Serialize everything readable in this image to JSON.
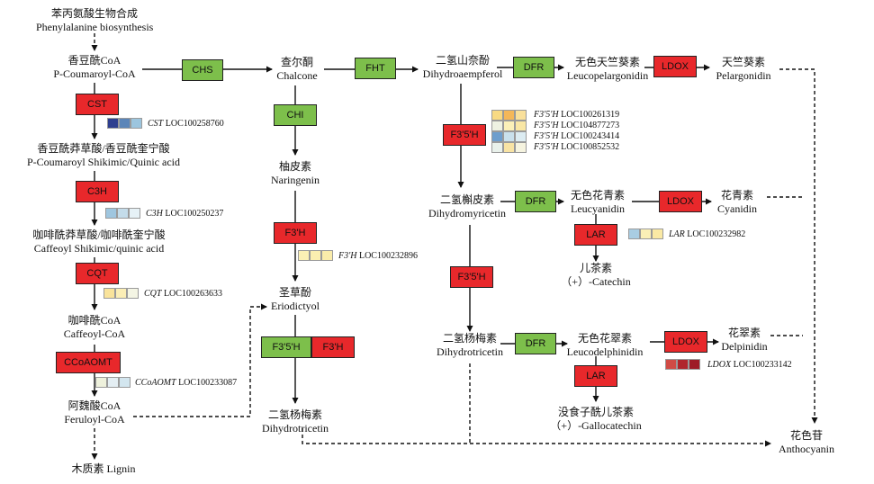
{
  "colors": {
    "enzyme_up": "#e8282b",
    "enzyme_other": "#7dbf4b",
    "line": "#111111"
  },
  "compounds": {
    "phenylalanine": {
      "cn": "苯丙氨酸生物合成",
      "en": "Phenylalanine biosynthesis"
    },
    "p_coumaroyl_coa": {
      "cn": "香豆酰CoA",
      "en": "P-Coumaroyl-CoA"
    },
    "p_coumaroyl_shikimic": {
      "cn": "香豆酰莽草酸/香豆酰奎宁酸",
      "en": "P-Coumaroyl Shikimic/Quinic acid"
    },
    "caffeoyl_shikimic": {
      "cn": "咖啡酰莽草酸/咖啡酰奎宁酸",
      "en": "Caffeoyl Shikimic/quinic acid"
    },
    "caffeoyl_coa": {
      "cn": "咖啡酰CoA",
      "en": "Caffeoyl-CoA"
    },
    "feruloyl_coa": {
      "cn": "阿魏酸CoA",
      "en": "Feruloyl-CoA"
    },
    "lignin": {
      "cn": "木质素",
      "en": "Lignin"
    },
    "chalcone": {
      "cn": "查尔酮",
      "en": "Chalcone"
    },
    "naringenin": {
      "cn": "柚皮素",
      "en": "Naringenin"
    },
    "eriodictyol": {
      "cn": "圣草酚",
      "en": "Eriodictyol"
    },
    "dihydrotricetin_left": {
      "cn": "二氢杨梅素",
      "en": "Dihydrotricetin"
    },
    "dihydrokaempferol": {
      "cn": "二氢山奈酚",
      "en": "Dihydroaempferol"
    },
    "dihydromyricetin": {
      "cn": "二氢槲皮素",
      "en": "Dihydromyricetin"
    },
    "dihydrotricetin_mid": {
      "cn": "二氢杨梅素",
      "en": "Dihydrotricetin"
    },
    "leucopelargonidin": {
      "cn": "无色天竺葵素",
      "en": "Leucopelargonidin"
    },
    "pelargonidin": {
      "cn": "天竺葵素",
      "en": "Pelargonidin"
    },
    "leucyanidin": {
      "cn": "无色花青素",
      "en": "Leucyanidin"
    },
    "cyanidin": {
      "cn": "花青素",
      "en": "Cyanidin"
    },
    "catechin": {
      "cn": "儿茶素",
      "en": "（+）-Catechin"
    },
    "leucodelphinidin": {
      "cn": "无色花翠素",
      "en": "Leucodelphinidin"
    },
    "delpinidin": {
      "cn": "花翠素",
      "en": "Delpinidin"
    },
    "gallocatechin": {
      "cn": "没食子酰儿茶素",
      "en": "（+）-Gallocatechin"
    },
    "anthocyanin": {
      "cn": "花色苷",
      "en": "Anthocyanin"
    }
  },
  "enzymes": {
    "chs": {
      "label": "CHS",
      "color": "green"
    },
    "cst": {
      "label": "CST",
      "color": "red"
    },
    "c3h": {
      "label": "C3H",
      "color": "red"
    },
    "cqt": {
      "label": "CQT",
      "color": "red"
    },
    "ccoaomt": {
      "label": "CCoAOMT",
      "color": "red"
    },
    "chi": {
      "label": "CHI",
      "color": "green"
    },
    "f3h": {
      "label": "F3'H",
      "color": "red"
    },
    "f35h_a": {
      "label": "F3'5'H",
      "color": "green"
    },
    "f3h_b": {
      "label": "F3'H",
      "color": "red"
    },
    "fht": {
      "label": "FHT",
      "color": "green"
    },
    "f35h_b": {
      "label": "F3'5'H",
      "color": "red"
    },
    "f35h_c": {
      "label": "F3'5'H",
      "color": "red"
    },
    "dfr_a": {
      "label": "DFR",
      "color": "green"
    },
    "ldox_a": {
      "label": "LDOX",
      "color": "red"
    },
    "dfr_b": {
      "label": "DFR",
      "color": "green"
    },
    "ldox_b": {
      "label": "LDOX",
      "color": "red"
    },
    "lar_a": {
      "label": "LAR",
      "color": "red"
    },
    "dfr_c": {
      "label": "DFR",
      "color": "green"
    },
    "ldox_c": {
      "label": "LDOX",
      "color": "red"
    },
    "lar_b": {
      "label": "LAR",
      "color": "red"
    }
  },
  "genes": {
    "cst": {
      "symbol": "CST",
      "locus": " LOC100258760",
      "cells": [
        "#2e3f8f",
        "#5b85b8",
        "#9cc5de"
      ]
    },
    "c3h": {
      "symbol": "C3H",
      "locus": " LOC100250237",
      "cells": [
        "#9fc6df",
        "#c4dcea",
        "#e6f1f6"
      ]
    },
    "f3h": {
      "symbol": "F3'H",
      "locus": " LOC100232896",
      "cells": [
        "#fbf0b5",
        "#fbeeb0",
        "#faecaa"
      ]
    },
    "cqt": {
      "symbol": "CQT",
      "locus": " LOC100263633",
      "cells": [
        "#f9e39b",
        "#fbeeb6",
        "#f4f5e4"
      ]
    },
    "ccoaomt": {
      "symbol": "CCoAOMT",
      "locus": " LOC100233087",
      "cells": [
        "#eef1dc",
        "#e4eef3",
        "#d3e6ef"
      ]
    },
    "lar": {
      "symbol": "LAR",
      "locus": " LOC100232982",
      "cells": [
        "#a9cde3",
        "#fbf0b6",
        "#fae9a4"
      ]
    },
    "ldox": {
      "symbol": "LDOX",
      "locus": " LOC100233142",
      "cells": [
        "#d04b45",
        "#b0252c",
        "#9e1b27"
      ]
    },
    "f35h_group": [
      {
        "symbol": "F3'5'H",
        "locus": " LOC100261319",
        "cells": [
          "#f8da83",
          "#f4b759",
          "#f9e09b"
        ]
      },
      {
        "symbol": "F3'5'H",
        "locus": " LOC104877273",
        "cells": [
          "#eef2e2",
          "#fbf0b8",
          "#f9e7a5"
        ]
      },
      {
        "symbol": "F3'5'H",
        "locus": " LOC100243414",
        "cells": [
          "#6e9ecd",
          "#c9e0ec",
          "#dcecf2"
        ]
      },
      {
        "symbol": "F3'5'H",
        "locus": " LOC100852532",
        "cells": [
          "#e9f1eb",
          "#f8e3a4",
          "#f5f3df"
        ]
      }
    ]
  }
}
